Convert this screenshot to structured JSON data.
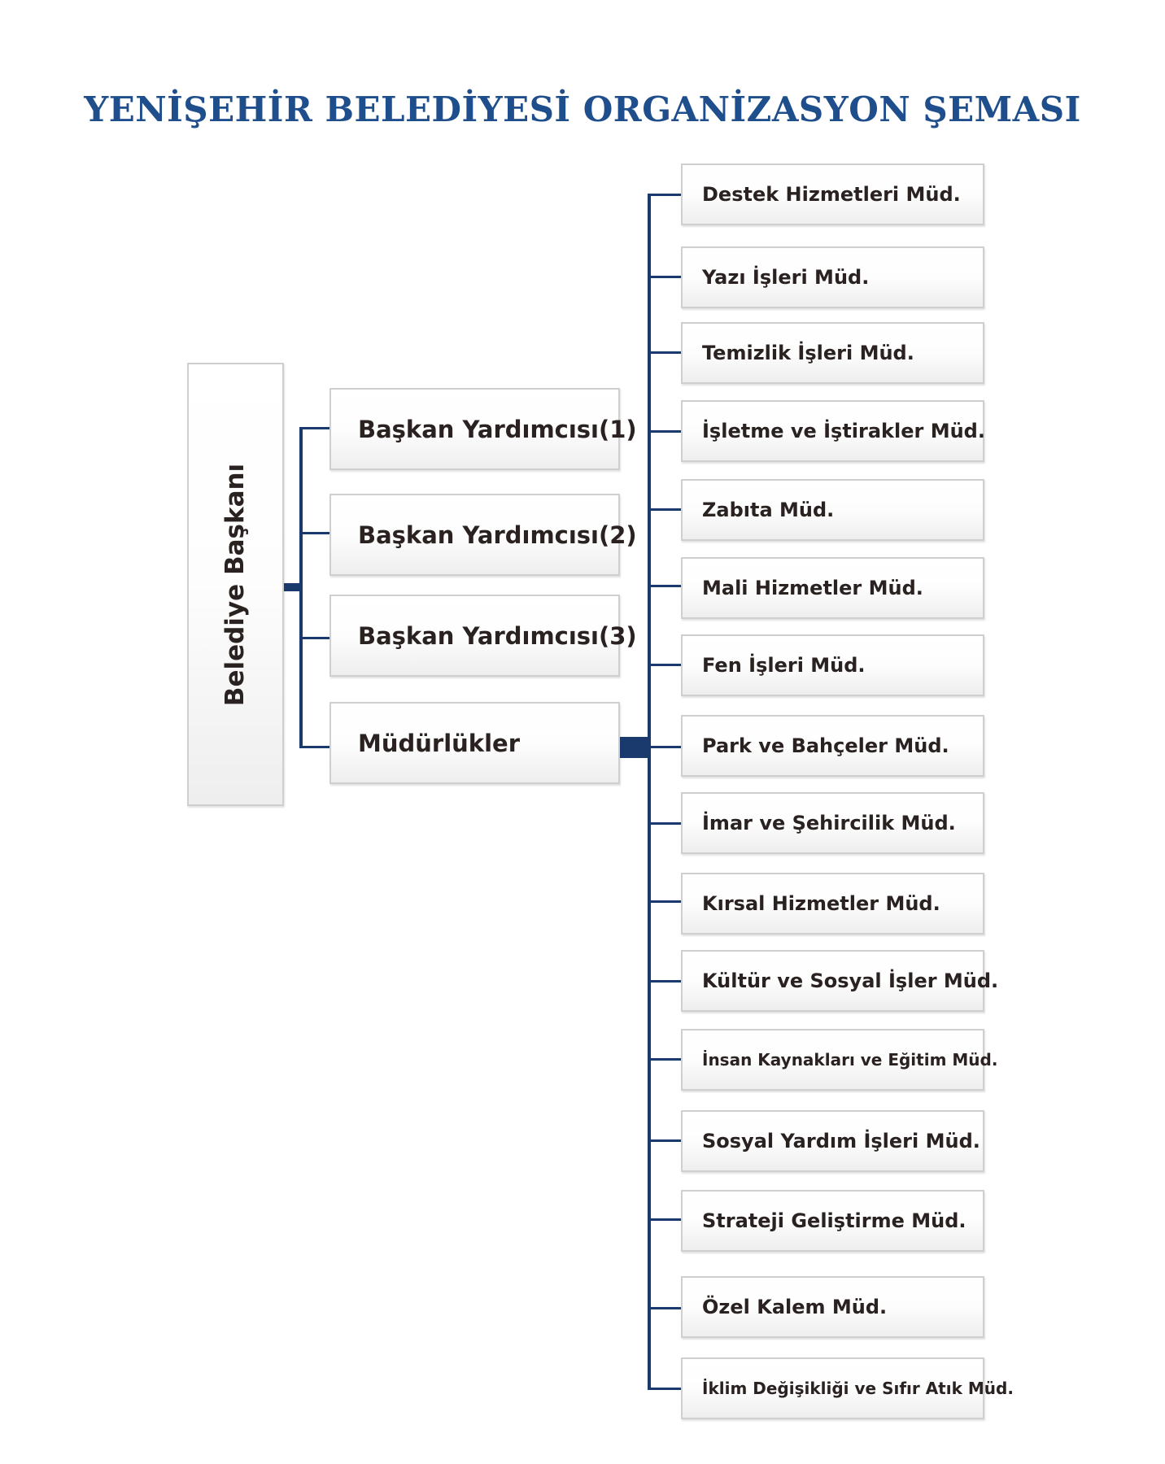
{
  "title": "YENİŞEHİR BELEDİYESİ ORGANİZASYON ŞEMASI",
  "head": "Belediye Başkanı",
  "middle": [
    "Başkan Yardımcısı(1)",
    "Başkan Yardımcısı(2)",
    "Başkan Yardımcısı(3)",
    "Müdürlükler"
  ],
  "departments": [
    "Destek Hizmetleri Müd.",
    "Yazı İşleri Müd.",
    "Temizlik İşleri Müd.",
    "İşletme ve İştirakler Müd.",
    "Zabıta Müd.",
    "Mali Hizmetler Müd.",
    "Fen İşleri Müd.",
    "Park ve Bahçeler Müd.",
    "İmar ve Şehircilik Müd.",
    "Kırsal Hizmetler Müd.",
    "Kültür ve Sosyal İşler Müd.",
    "İnsan Kaynakları ve Eğitim Müd.",
    "Sosyal Yardım İşleri Müd.",
    "Strateji Geliştirme Müd.",
    "Özel Kalem Müd.",
    "İklim Değişikliği ve Sıfır Atık Müd."
  ],
  "colors": {
    "title": "#1f4e8c",
    "connector": "#1a3a6e",
    "box_text": "#2a2220",
    "box_border": "#cfcfcf"
  }
}
